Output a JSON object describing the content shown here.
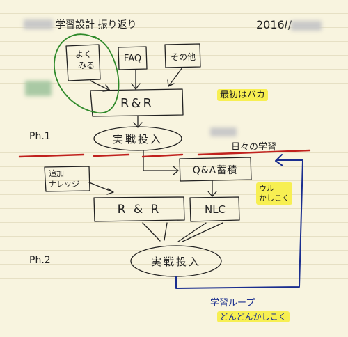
{
  "header": {
    "title": "学習設計 振り返り",
    "date": "2016 /"
  },
  "sources": {
    "yokumiru": [
      "よく",
      "みる"
    ],
    "faq": "FAQ",
    "other": "その他"
  },
  "boxes": {
    "rer_top": "R&R",
    "jissen_1": "実戦投入",
    "qa": "Q&A蓄積",
    "tsuika": [
      "追加",
      "ナレッジ"
    ],
    "rr_bottom": "R & R",
    "nlc": "NLC",
    "jissen_2": "実戦投入"
  },
  "phases": {
    "ph1": "Ph.1",
    "ph2": "Ph.2"
  },
  "annotations": {
    "saisho": "最初はバカ",
    "hibi": "日々の学習",
    "kashikoku": [
      "ウル",
      "かしこく"
    ],
    "loop": "学習ループ",
    "dondon": "どんどんかしこく"
  },
  "colors": {
    "ink": "#222222",
    "red": "#c0211d",
    "blue": "#1a2e8f",
    "green": "#2f8a2a",
    "highlight": "#f7ef52"
  }
}
